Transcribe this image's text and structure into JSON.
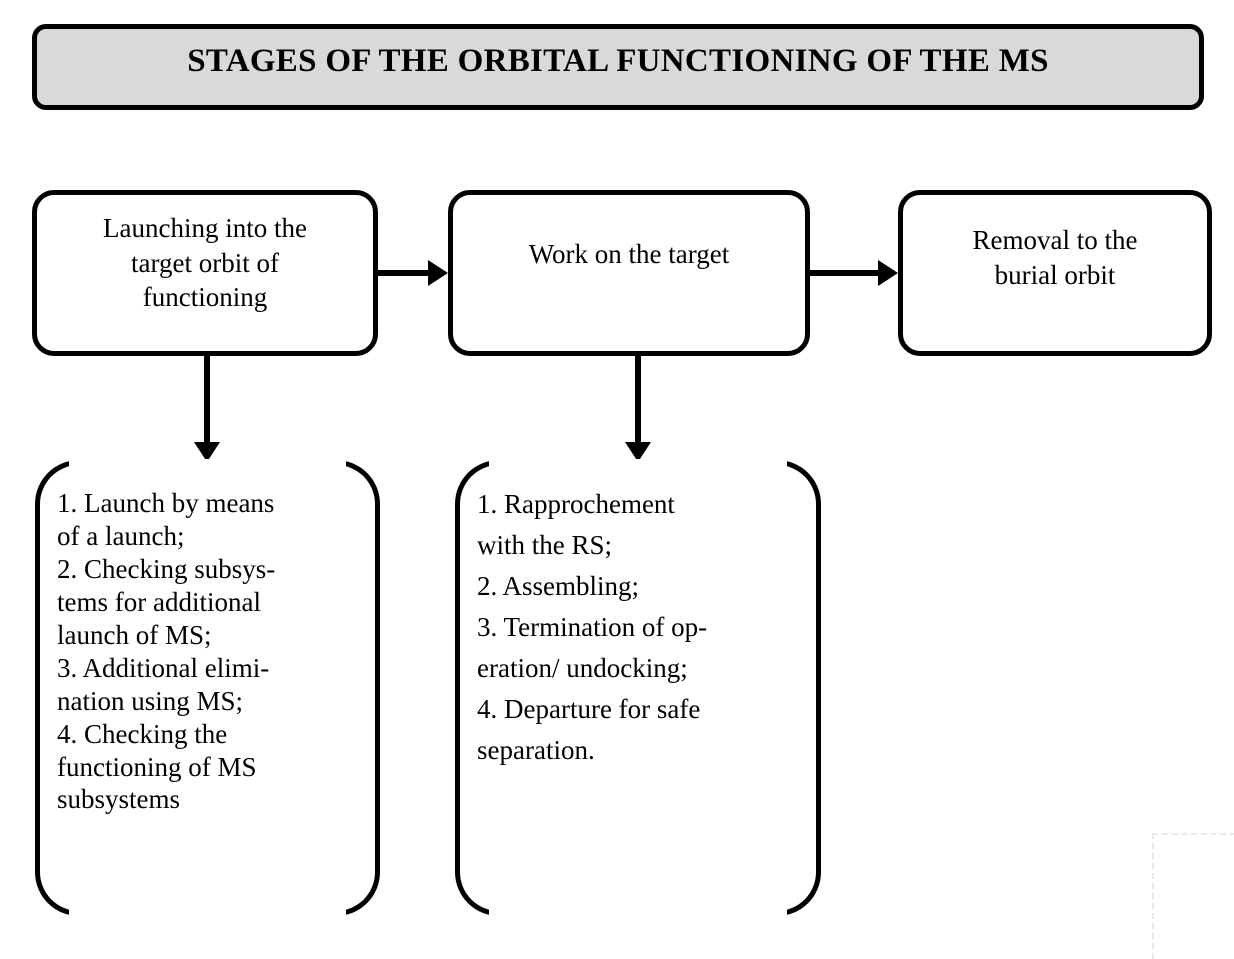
{
  "title": {
    "text": "STAGES OF THE ORBITAL FUNCTIONING OF THE MS"
  },
  "stages": [
    {
      "id": "launching",
      "label": "Launching into the\ntarget orbit of\nfunctioning"
    },
    {
      "id": "work-on-target",
      "label": "Work on the target"
    },
    {
      "id": "removal-burial-orbit",
      "label": "Removal to the\nburial orbit"
    }
  ],
  "details": [
    {
      "id": "launching-details",
      "parent": "launching",
      "text": "1. Launch by means\nof a launch;\n2. Checking subsys-\ntems for additional\nlaunch of MS;\n3. Additional elimi-\nnation using MS;\n4. Checking the\nfunctioning of MS\nsubsystems",
      "items": [
        "1. Launch by means of a launch;",
        "2. Checking subsystems for additional launch of MS;",
        "3. Additional elimination using MS;",
        "4. Checking the functioning of MS subsystems"
      ]
    },
    {
      "id": "work-details",
      "parent": "work-on-target",
      "text": "1. Rapprochement\nwith the RS;\n2. Assembling;\n3. Termination of op-\neration/ undocking;\n4. Departure for safe\nseparation.",
      "items": [
        "1. Rapprochement with the RS;",
        "2. Assembling;",
        "3. Termination of operation/ undocking;",
        "4. Departure for safe separation."
      ]
    }
  ],
  "connectors": [
    {
      "id": "arrow-launching-to-work",
      "kind": "arrow-right"
    },
    {
      "id": "arrow-work-to-removal",
      "kind": "arrow-right"
    },
    {
      "id": "arrow-launching-to-details",
      "kind": "arrow-down"
    },
    {
      "id": "arrow-work-to-details",
      "kind": "arrow-down"
    }
  ],
  "colors": {
    "banner_fill": "#d9d9d9",
    "stroke": "#000000",
    "box_fill": "#ffffff",
    "page_background": "#ffffff"
  }
}
